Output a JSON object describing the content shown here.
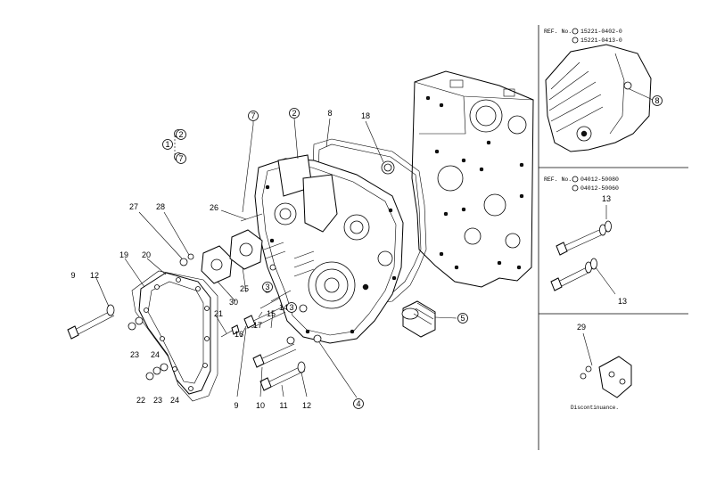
{
  "callouts": {
    "c_1": "1",
    "c_2": "2",
    "c_7": "7",
    "p_7": "7",
    "p_2": "2",
    "p_8": "8",
    "p_18": "18",
    "p_27": "27",
    "p_28": "28",
    "p_26": "26",
    "p_19": "19",
    "p_20": "20",
    "p_9a": "9",
    "p_12a": "12",
    "p_21": "21",
    "p_23a": "23",
    "p_24a": "24",
    "p_22": "22",
    "p_23b": "23",
    "p_24b": "24",
    "p_30": "30",
    "p_25": "25",
    "p_3a": "3",
    "p_15": "15",
    "p_14": "14",
    "p_17": "17",
    "p_16": "16",
    "p_3b": "3",
    "p_9b": "9",
    "p_10": "10",
    "p_11": "11",
    "p_12b": "12",
    "p_4": "4",
    "p_5": "5"
  },
  "ref_top": {
    "line1_prefix": "REF. No.",
    "line1_code": "15221-0402-0",
    "line2_code": "15221-0413-0",
    "callout": "8"
  },
  "ref_mid": {
    "line1_prefix": "REF. No.",
    "line1_code": "04012-50080",
    "line2_code": "04012-50060",
    "callout_a": "13",
    "callout_b": "13"
  },
  "ref_bottom": {
    "callout": "29",
    "note": "Discontinuance."
  }
}
